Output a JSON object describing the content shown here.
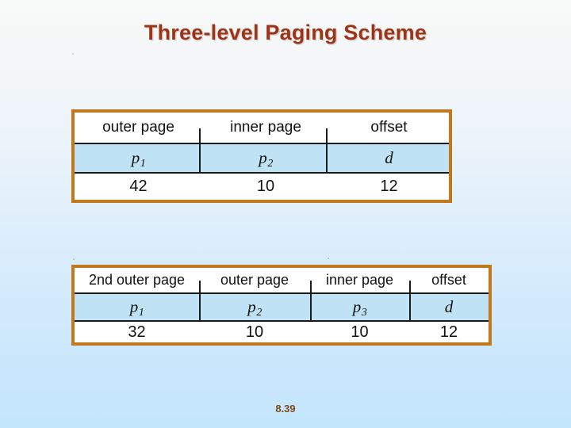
{
  "slide": {
    "title": "Three-level Paging Scheme",
    "page_number": "8.39",
    "title_color": "#9d3417",
    "page_number_color": "#7c4a16",
    "border_color": "#c2781d",
    "highlight_row_color": "#bfe2f4",
    "background_top_color": "#f8f9f9",
    "background_bottom_color": "#c3e5fc"
  },
  "tables": [
    {
      "name": "two-level-paging-table",
      "headers": [
        "outer page",
        "inner page",
        "offset"
      ],
      "symbols": [
        "p1",
        "p2",
        "d"
      ],
      "symbol_bases": [
        "p",
        "p",
        "d"
      ],
      "symbol_subs": [
        "1",
        "2",
        ""
      ],
      "bit_counts": [
        "42",
        "10",
        "12"
      ]
    },
    {
      "name": "three-level-paging-table",
      "headers": [
        "2nd outer page",
        "outer page",
        "inner page",
        "offset"
      ],
      "symbols": [
        "p1",
        "p2",
        "p3",
        "d"
      ],
      "symbol_bases": [
        "p",
        "p",
        "p",
        "d"
      ],
      "symbol_subs": [
        "1",
        "2",
        "3",
        ""
      ],
      "bit_counts": [
        "32",
        "10",
        "10",
        "12"
      ]
    }
  ]
}
